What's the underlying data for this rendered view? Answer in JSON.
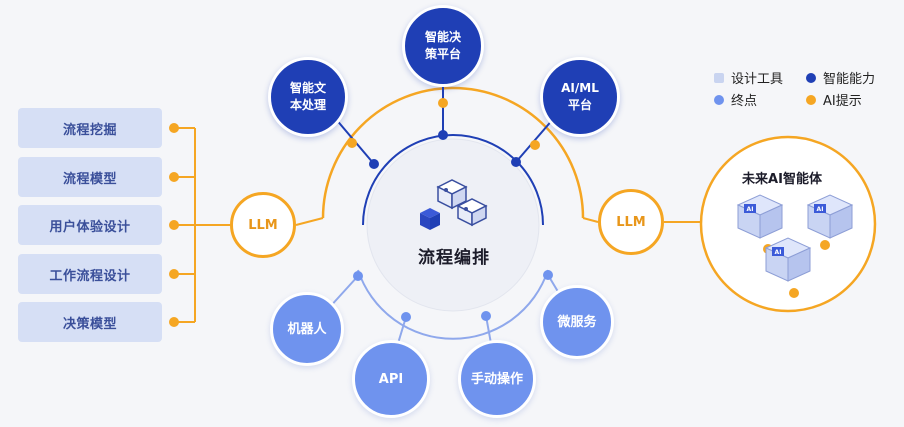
{
  "left_boxes": [
    "流程挖掘",
    "流程模型",
    "用户体验设计",
    "工作流程设计",
    "决策模型"
  ],
  "llm_left": "LLM",
  "llm_right": "LLM",
  "top_nodes": {
    "text": [
      "智能文",
      "本处理"
    ],
    "decision": [
      "智能决",
      "策平台"
    ],
    "aiml": [
      "AI/ML",
      "平台"
    ]
  },
  "center": "流程编排",
  "bottom_nodes": {
    "robot": "机器人",
    "api": "API",
    "manual": "手动操作",
    "micro": "微服务"
  },
  "agent": {
    "title": "未来AI智能体",
    "chip_label": "AI"
  },
  "legend": {
    "design_tools": "设计工具",
    "capability": "智能能力",
    "endpoint": "终点",
    "ai_hint": "AI提示"
  },
  "colors": {
    "dark_blue": "#1f3fb5",
    "light_blue": "#6f93ee",
    "orange": "#f5a623",
    "box_bg": "#d6dff5"
  }
}
